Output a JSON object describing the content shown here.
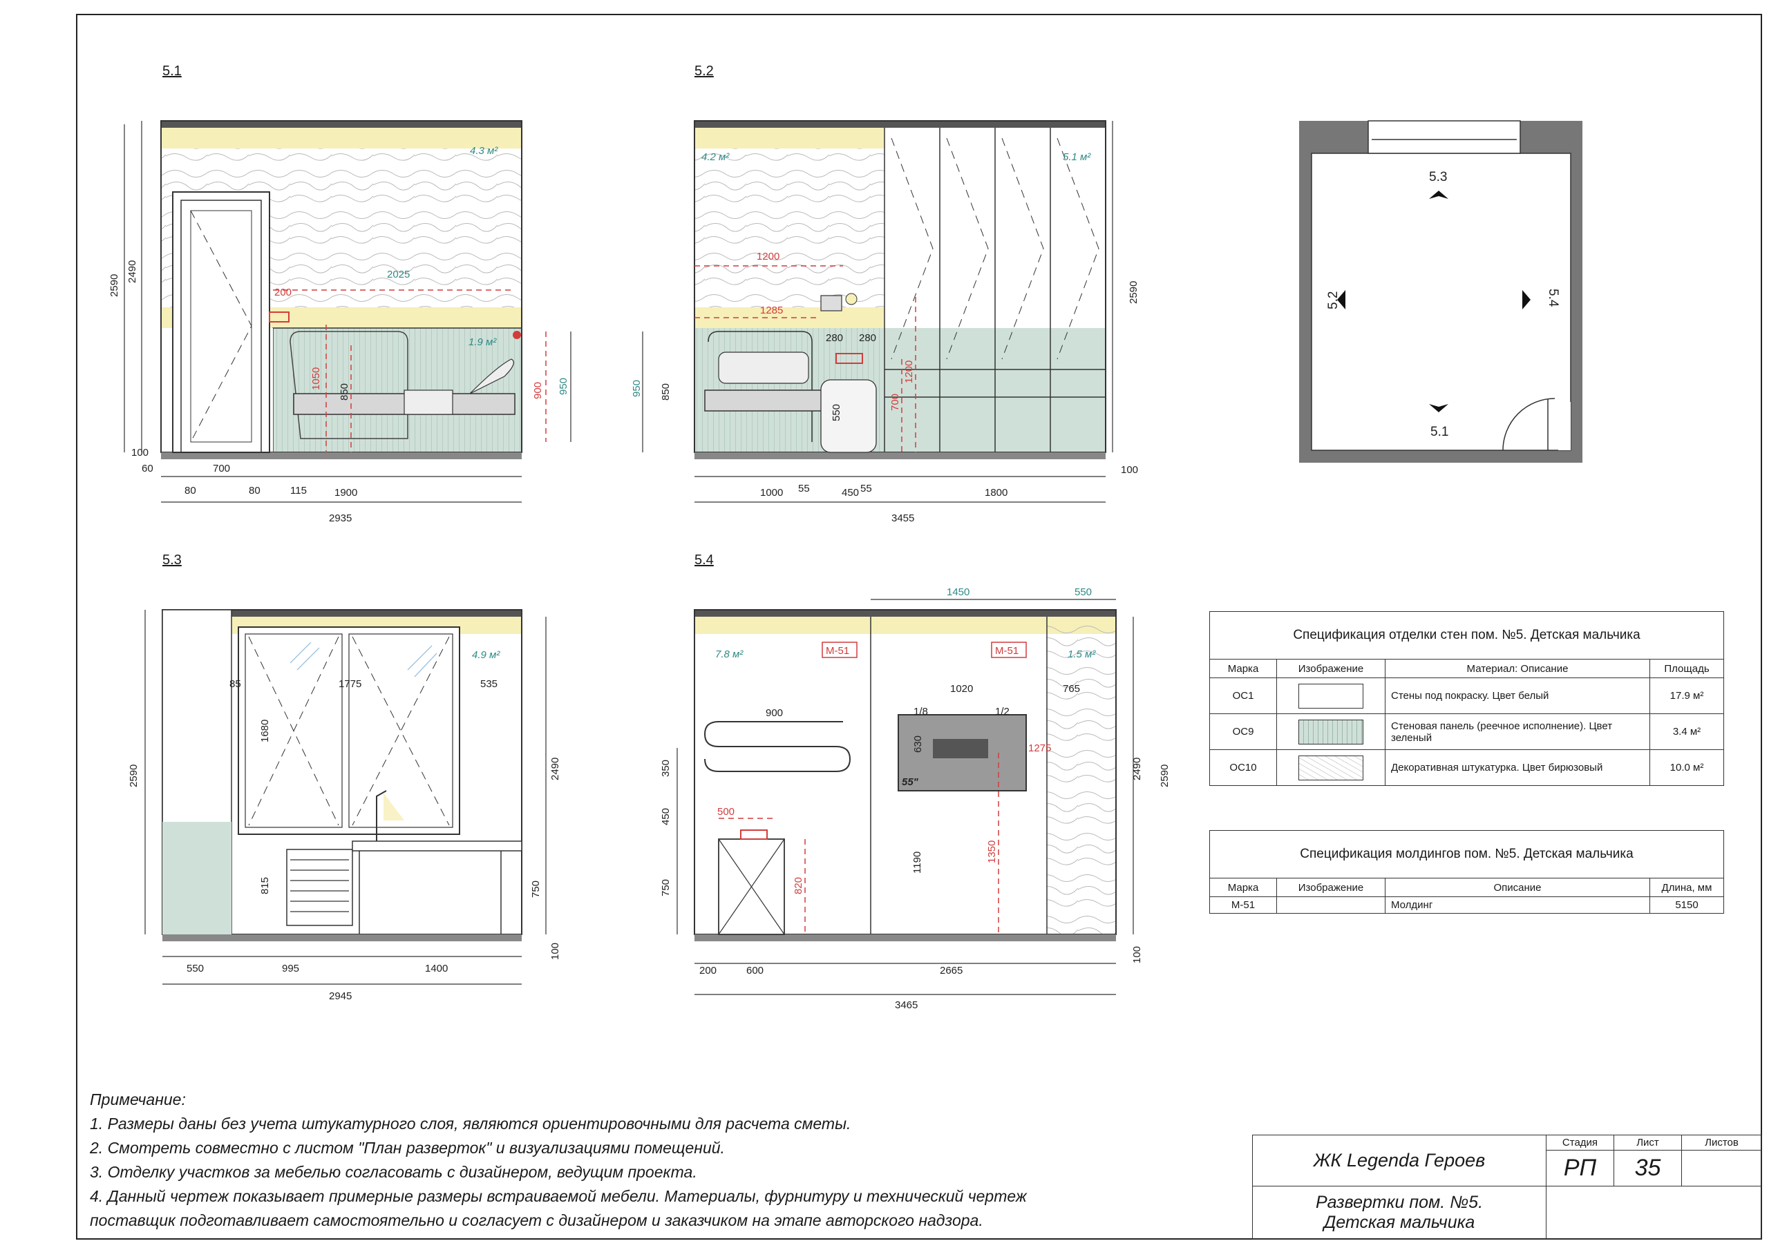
{
  "views": {
    "v51": {
      "label": "5.1",
      "dims": [
        "2935",
        "700",
        "1900",
        "80",
        "80",
        "115",
        "60",
        "100",
        "2590",
        "2490",
        "1050",
        "850",
        "900",
        "950",
        "200",
        "2025"
      ],
      "areas": [
        "4.3 м²",
        "1.9 м²"
      ]
    },
    "v52": {
      "label": "5.2",
      "dims": [
        "3455",
        "1000",
        "450",
        "1800",
        "55",
        "55",
        "100",
        "950",
        "850",
        "1200",
        "1285",
        "280",
        "280",
        "550",
        "700",
        "1200",
        "2590"
      ],
      "areas": [
        "4.2 м²",
        "5.1 м²"
      ]
    },
    "v53": {
      "label": "5.3",
      "dims": [
        "2945",
        "550",
        "995",
        "1400",
        "2590",
        "2490",
        "85",
        "1775",
        "535",
        "1680",
        "815",
        "750",
        "100"
      ],
      "areas": [
        "4.9 м²"
      ]
    },
    "v54": {
      "label": "5.4",
      "dims": [
        "3465",
        "200",
        "600",
        "2665",
        "1450",
        "550",
        "900",
        "350",
        "450",
        "750",
        "500",
        "820",
        "1020",
        "1/8",
        "1/2",
        "630",
        "765",
        "1275",
        "1190",
        "1350",
        "2490",
        "2590",
        "100"
      ],
      "areas": [
        "7.8 м²",
        "1.5 м²"
      ],
      "tags": [
        "М-51",
        "М-51"
      ],
      "tv": "55\""
    }
  },
  "plan": {
    "marks": [
      "5.3",
      "5.2",
      "5.4",
      "5.1"
    ]
  },
  "spec_walls": {
    "title": "Спецификация отделки стен пом. №5. Детская мальчика",
    "headers": [
      "Марка",
      "Изображение",
      "Материал: Описание",
      "Площадь"
    ],
    "rows": [
      {
        "mark": "ОС1",
        "desc": "Стены под покраску. Цвет белый",
        "area": "17.9 м²"
      },
      {
        "mark": "ОС9",
        "desc": "Стеновая панель (реечное исполнение). Цвет зеленый",
        "area": "3.4 м²"
      },
      {
        "mark": "ОС10",
        "desc": "Декоративная штукатурка. Цвет бирюзовый",
        "area": "10.0 м²"
      }
    ]
  },
  "spec_moldings": {
    "title": "Спецификация молдингов пом. №5. Детская мальчика",
    "headers": [
      "Марка",
      "Изображение",
      "Описание",
      "Длина, мм"
    ],
    "rows": [
      {
        "mark": "М-51",
        "desc": "Молдинг",
        "length": "5150"
      }
    ]
  },
  "notes": {
    "title": "Примечание:",
    "items": [
      "1. Размеры даны без учета штукатурного слоя, являются ориентировочными для расчета сметы.",
      "2. Смотреть совместно с листом \"План разверток\" и визуализациями помещений.",
      "3. Отделку участков за мебелью согласовать с дизайнером, ведущим проекта.",
      "4. Данный чертеж показывает примерные размеры встраиваемой мебели. Материалы, фурнитуру и технический чертеж",
      "поставщик подготавливает самостоятельно и согласует с дизайнером и заказчиком на этапе авторского надзора."
    ]
  },
  "title_block": {
    "project": "ЖК Legenda Героев",
    "sheet_title": "Развертки пом. №5. Детская мальчика",
    "stage_label": "Стадия",
    "sheet_label": "Лист",
    "sheets_label": "Листов",
    "stage": "РП",
    "sheet": "35",
    "sheets": ""
  },
  "colors": {
    "green": "#cfe0d8",
    "yellow": "#f6efb8",
    "red": "#d23c3c",
    "teal": "#2e8a86",
    "line": "#333333"
  }
}
